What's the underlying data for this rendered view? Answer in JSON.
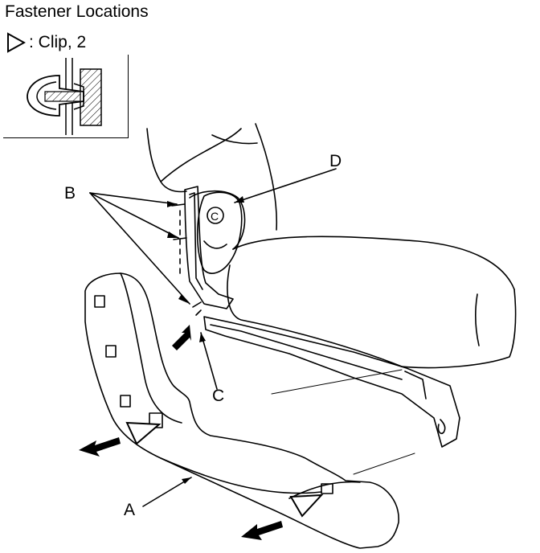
{
  "title": "Fastener Locations",
  "legend": {
    "symbol_icon": "clip-triangle-icon",
    "text": ": Clip, 2"
  },
  "labels": {
    "a": "A",
    "b": "B",
    "c": "C",
    "d": "D",
    "inset_c": "C"
  },
  "icons": {
    "clip_detail": "clip-cross-section-icon",
    "removal_arrow": "bold-arrow-icon",
    "clip_marker": "clip-triangle-icon"
  }
}
